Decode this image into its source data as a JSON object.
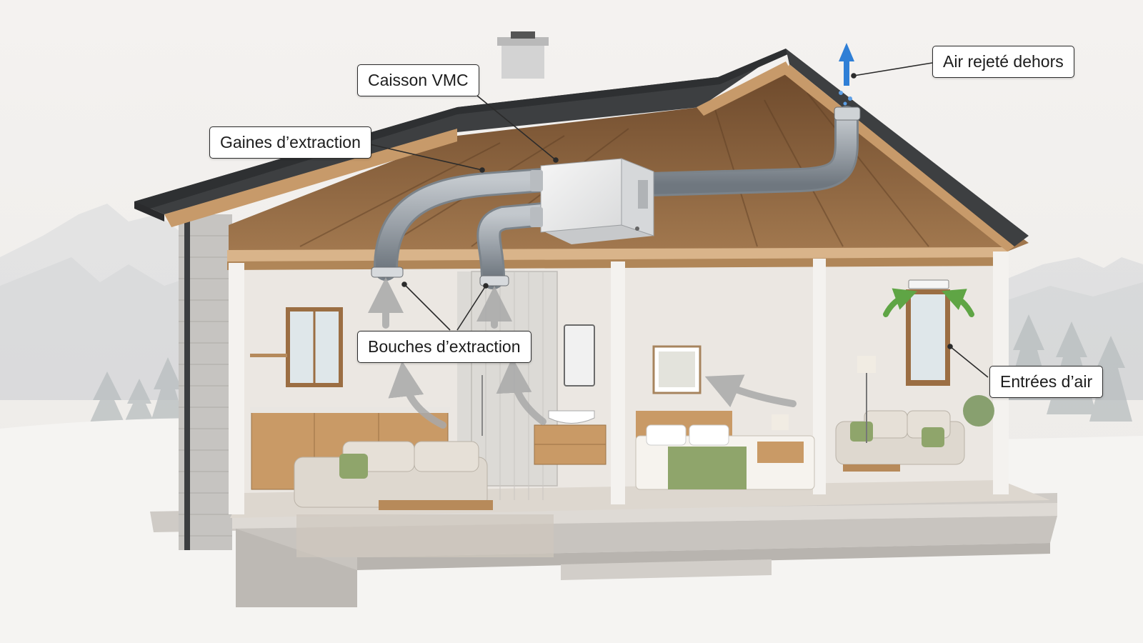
{
  "labels": {
    "caisson": "Caisson VMC",
    "gaines": "Gaines d’extraction",
    "bouches": "Bouches d’extraction",
    "air_rejete": "Air rejeté dehors",
    "entrees": "Entrées d’air"
  },
  "colors": {
    "roof_shingle": "#3d3f41",
    "wood": "#a87a4d",
    "duct": "#9aa1a8",
    "airflow_extract": "#9a9a9a",
    "airflow_intake": "#6aaa4e",
    "airflow_exhaust": "#2f7fd6",
    "wall": "#ebe7e2"
  },
  "icons": [
    "exhaust-arrow-icon",
    "intake-arrow-icon",
    "extract-arrow-icon"
  ]
}
